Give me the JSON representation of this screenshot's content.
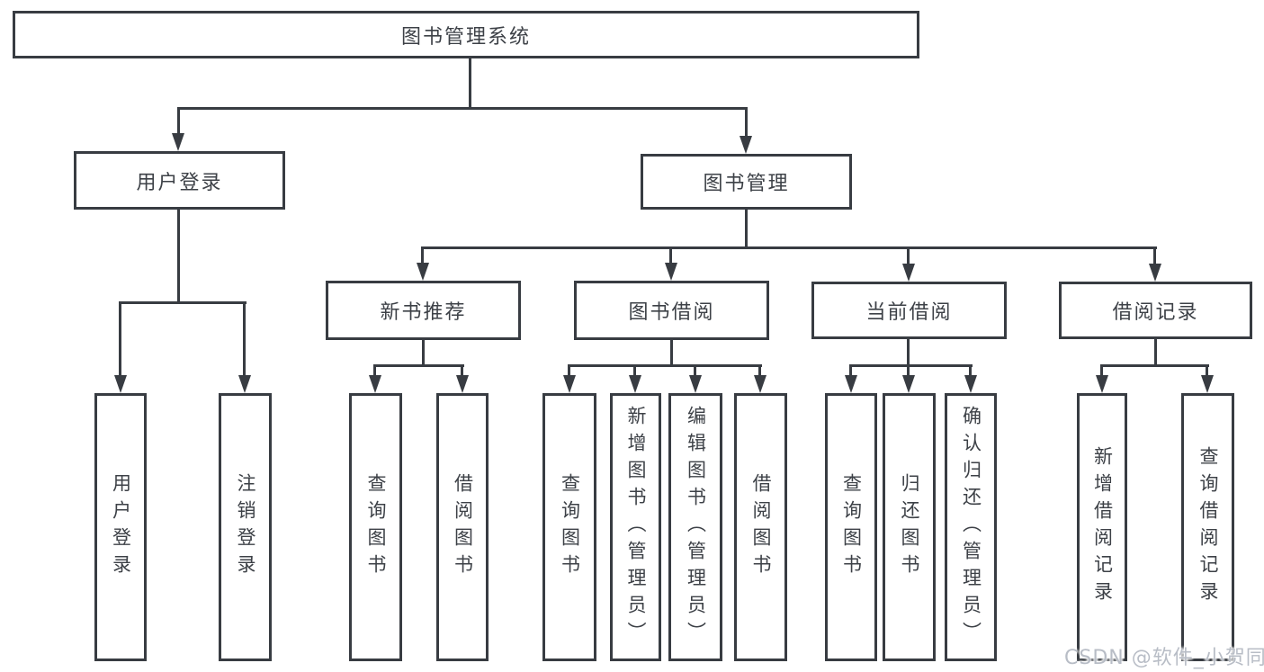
{
  "colors": {
    "line": "#383c42",
    "text": "#3d4147",
    "background": "#ffffff",
    "watermark": "#b8bdc6"
  },
  "diagram": {
    "root": {
      "label": "图书管理系统"
    },
    "level2": [
      {
        "label": "用户登录"
      },
      {
        "label": "图书管理"
      }
    ],
    "level3": [
      {
        "label": "新书推荐",
        "parent": "图书管理"
      },
      {
        "label": "图书借阅",
        "parent": "图书管理"
      },
      {
        "label": "当前借阅",
        "parent": "图书管理"
      },
      {
        "label": "借阅记录",
        "parent": "图书管理"
      }
    ],
    "leaves": [
      {
        "label": "用户登录",
        "parent": "用户登录"
      },
      {
        "label": "注销登录",
        "parent": "用户登录"
      },
      {
        "label": "查询图书",
        "parent": "新书推荐"
      },
      {
        "label": "借阅图书",
        "parent": "新书推荐"
      },
      {
        "label": "查询图书",
        "parent": "图书借阅"
      },
      {
        "label": "新增图书（管理员）",
        "parent": "图书借阅"
      },
      {
        "label": "编辑图书（管理员）",
        "parent": "图书借阅"
      },
      {
        "label": "借阅图书",
        "parent": "图书借阅"
      },
      {
        "label": "查询图书",
        "parent": "当前借阅"
      },
      {
        "label": "归还图书",
        "parent": "当前借阅"
      },
      {
        "label": "确认归还（管理员）",
        "parent": "当前借阅"
      },
      {
        "label": "新增借阅记录",
        "parent": "借阅记录"
      },
      {
        "label": "查询借阅记录",
        "parent": "借阅记录"
      }
    ]
  },
  "watermark": {
    "text": "CSDN @软件_小贺同学"
  }
}
